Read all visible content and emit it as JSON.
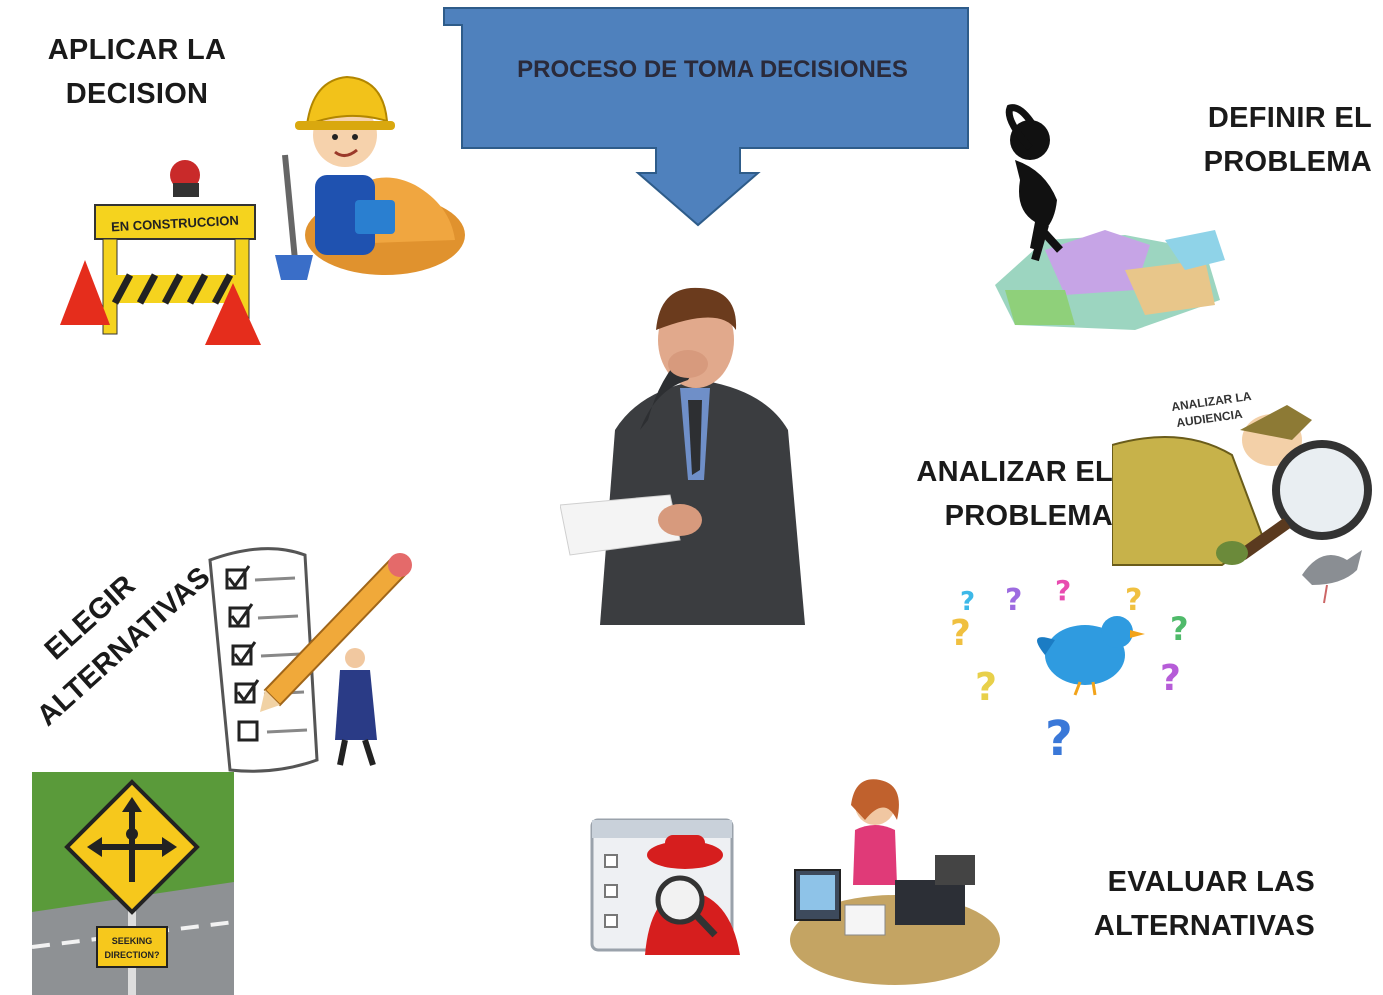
{
  "title": "PROCESO DE TOMA DECISIONES",
  "steps": {
    "aplicar": [
      "APLICAR LA",
      "DECISION"
    ],
    "definir": [
      "DEFINIR EL",
      "PROBLEMA"
    ],
    "analizar": [
      "ANALIZAR EL",
      "PROBLEMA"
    ],
    "elegir": [
      "ELEGIR",
      "ALTERNATIVAS"
    ],
    "evaluar": [
      "EVALUAR LAS",
      "ALTERNATIVAS"
    ]
  },
  "art_text": {
    "construccion_sign": "EN CONSTRUCCION",
    "detective_sign": [
      "ANALIZAR LA",
      "AUDIENCIA"
    ],
    "road_sign": [
      "SEEKING",
      "DIRECTION?"
    ]
  },
  "colors": {
    "arrow_fill": "#4f81bd",
    "arrow_stroke": "#2e5c8a",
    "text": "#1a1a1a"
  }
}
